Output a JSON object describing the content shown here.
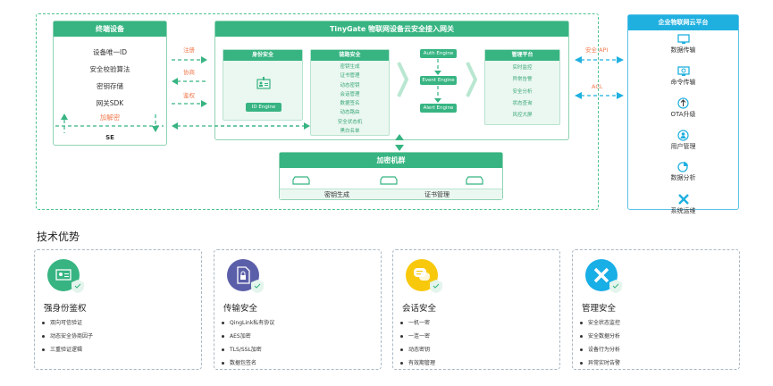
{
  "device": {
    "title": "终端设备",
    "items": [
      "设备唯一ID",
      "安全校验算法",
      "密钥存储",
      "网关SDK"
    ],
    "crypto": "加解密",
    "se": "SE"
  },
  "arrows": {
    "register": "注册",
    "negotiate": "协商",
    "auth": "鉴权",
    "api": "安全 API",
    "acl": "ACL"
  },
  "gateway": {
    "title": "TinyGate 物联网设备云安全接入网关",
    "identity": {
      "title": "身份安全",
      "engine": "ID Engine"
    },
    "link": {
      "title": "链路安全",
      "items": [
        "密钥生成",
        "证书管理",
        "动态密钥",
        "会话管理",
        "数据签名",
        "动态路由",
        "安全状态机",
        "黑白名单"
      ]
    },
    "engines": [
      "Auth Engine",
      "Event Engine",
      "Alert Engine"
    ],
    "mgmt": {
      "title": "管理平台",
      "items": [
        "实时监控",
        "异常告警",
        "安全分析",
        "状态查询",
        "风控大屏"
      ]
    }
  },
  "hsm": {
    "title": "加密机群",
    "items": [
      "密钥生成",
      "证书管理"
    ]
  },
  "cloud": {
    "title": "企业物联网云平台",
    "items": [
      "数据传输",
      "命令传输",
      "OTA升级",
      "用户管理",
      "数据分析",
      "系统运维"
    ]
  },
  "advantages": {
    "title": "技术优势",
    "cards": [
      {
        "title": "强身份鉴权",
        "items": [
          "双向可信验证",
          "动态安全协商因子",
          "三重验证逻辑"
        ],
        "color": "#37b482"
      },
      {
        "title": "传输安全",
        "items": [
          "QingLink私有协议",
          "AES加密",
          "TLS/SSL加密",
          "数据包签名"
        ],
        "color": "#5b5fa9"
      },
      {
        "title": "会话安全",
        "items": [
          "一机一密",
          "一连一密",
          "动态密钥",
          "有效期管理"
        ],
        "color": "#f8c80c"
      },
      {
        "title": "管理安全",
        "items": [
          "安全状态监控",
          "安全数据分析",
          "设备行为分析",
          "异常实时告警"
        ],
        "color": "#18aee6"
      }
    ]
  }
}
